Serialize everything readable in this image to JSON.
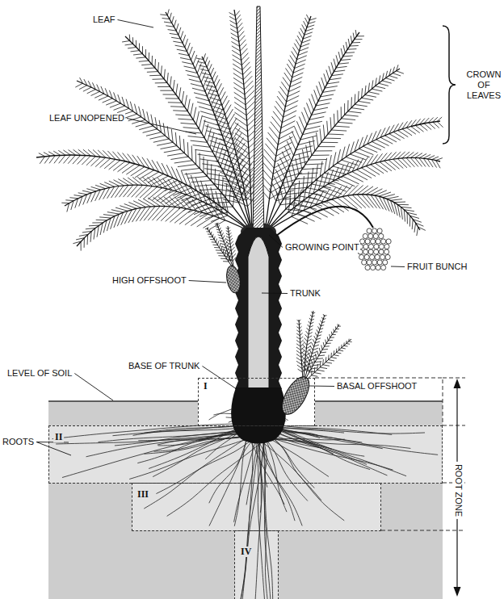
{
  "diagram": {
    "nodes": [
      {
        "text": [
          "I"
        ]
      },
      {
        "text": [
          "II"
        ]
      },
      {
        "text": [
          "III"
        ]
      },
      {
        "text": [
          "IV"
        ]
      }
    ],
    "labels": [
      "LEAF",
      "LEAF UNOPENED",
      "CROWN OF LEAVES",
      "GROWING POINT",
      "FRUIT BUNCH",
      "HIGH OFFSHOOT",
      "TRUNK",
      "BASE OF TRUNK",
      "LEVEL OF SOIL",
      "BASAL OFFSHOOT",
      "ROOTS",
      "ROOT ZONE"
    ]
  }
}
